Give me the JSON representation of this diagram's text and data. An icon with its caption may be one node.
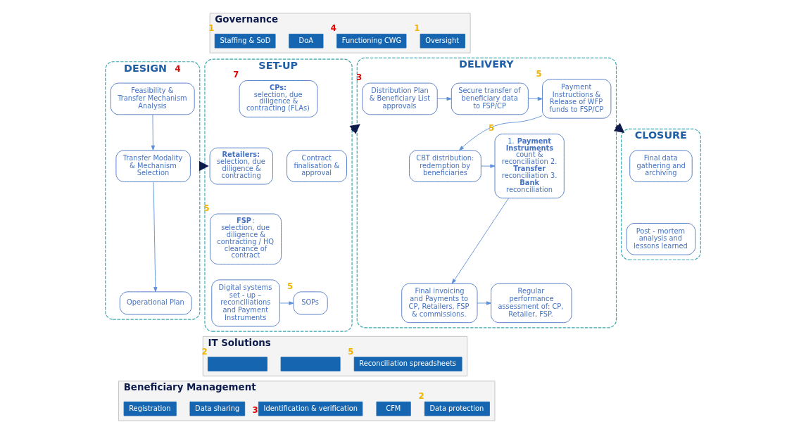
{
  "diagram": {
    "nodes": [
      {
        "text": [
          "Governance"
        ]
      },
      {
        "text": [
          "Staffing & SoD"
        ],
        "in": 0,
        "beside": [
          "1"
        ]
      },
      {
        "text": [
          "DoA"
        ],
        "in": 0
      },
      {
        "text": [
          "Functioning CWG"
        ],
        "in": 0,
        "beside": [
          "4"
        ]
      },
      {
        "text": [
          "Oversight"
        ],
        "in": 0,
        "beside": [
          "1"
        ]
      },
      {
        "text": [
          "DESIGN"
        ],
        "beside": [
          "4"
        ]
      },
      {
        "text": [
          "Feasibility & Transfer Mechanism Analysis"
        ],
        "in": 5
      },
      {
        "text": [
          "Transfer Modality & Mechanism Selection"
        ],
        "in": 5
      },
      {
        "text": [
          "Operational Plan"
        ],
        "in": 5
      },
      {
        "text": [
          "SET-UP"
        ]
      },
      {
        "text": [
          "**CPs:** selection, due diligence & contracting (FLAs)"
        ],
        "in": 9,
        "beside": [
          "7"
        ]
      },
      {
        "text": [
          "**Retailers:** selection, due diligence & contracting"
        ],
        "in": 9
      },
      {
        "text": [
          "**FSP**: selection, due diligence & contracting / HQ clearance of contract"
        ],
        "in": 9,
        "beside": [
          "5"
        ]
      },
      {
        "text": [
          "Contract finalisation & approval"
        ],
        "in": 9
      },
      {
        "text": [
          "Digital systems set - up – reconciliations and Payment Instruments"
        ],
        "in": 9
      },
      {
        "text": [
          "SOPs"
        ],
        "in": 9,
        "beside": [
          "5"
        ]
      },
      {
        "text": [
          "DELIVERY"
        ]
      },
      {
        "text": [
          "Distribution Plan & Beneficiary List approvals"
        ],
        "in": 16,
        "beside": [
          "3"
        ]
      },
      {
        "text": [
          "Secure transfer of beneficiary data to FSP/CP"
        ],
        "in": 16
      },
      {
        "text": [
          "Payment Instructions & Release of WFP funds to FSP/CP"
        ],
        "in": 16,
        "beside": [
          "5"
        ]
      },
      {
        "text": [
          "1. **Payment Instruments** count & reconciliation 2. **Transfer** reconciliation 3. **Bank** reconciliation"
        ],
        "in": 16,
        "beside": [
          "5"
        ]
      },
      {
        "text": [
          "CBT distribution: redemption by beneficiaries"
        ],
        "in": 16
      },
      {
        "text": [
          "Final invoicing and Payments to CP, Retailers, FSP & commissions."
        ],
        "in": 16
      },
      {
        "text": [
          "Regular performance assessment of: CP, Retailer, FSP."
        ],
        "in": 16
      },
      {
        "text": [
          "CLOSURE"
        ]
      },
      {
        "text": [
          "Final data gathering and archiving"
        ],
        "in": 24
      },
      {
        "text": [
          "Post - mortem analysis and lessons learned"
        ],
        "in": 24
      },
      {
        "text": [
          "IT Solutions"
        ]
      },
      {
        "text": [],
        "shape": "box",
        "in": 27,
        "beside": [
          "2"
        ]
      },
      {
        "text": [],
        "shape": "box",
        "in": 27
      },
      {
        "text": [
          "Reconciliation spreadsheets"
        ],
        "in": 27,
        "beside": [
          "5"
        ]
      },
      {
        "text": [
          "Beneficiary Management"
        ]
      },
      {
        "text": [
          "Registration"
        ],
        "in": 31
      },
      {
        "text": [
          "Data sharing"
        ],
        "in": 31
      },
      {
        "text": [
          "Identification & verification"
        ],
        "in": 31,
        "beside": [
          "3"
        ]
      },
      {
        "text": [
          "CFM"
        ],
        "in": 31
      },
      {
        "text": [
          "Data protection"
        ],
        "in": 31,
        "beside": [
          "2"
        ]
      }
    ],
    "edges": [
      {
        "from": 6,
        "to": 7,
        "arrow": "to"
      },
      {
        "from": 7,
        "to": 8,
        "arrow": "to"
      },
      {
        "from": 14,
        "to": 15,
        "arrow": "to"
      },
      {
        "from": 17,
        "to": 18,
        "arrow": "to"
      },
      {
        "from": 18,
        "to": 19,
        "arrow": "to"
      },
      {
        "from": 19,
        "to": 21,
        "arrow": "to"
      },
      {
        "from": 21,
        "to": 20,
        "arrow": "to"
      },
      {
        "from": 20,
        "to": 22,
        "arrow": "to"
      },
      {
        "from": 22,
        "to": 23,
        "arrow": "to"
      },
      {
        "from": 5,
        "to": 9,
        "arrow": "to",
        "style": "thick",
        "color": "#0d1b4c"
      },
      {
        "from": 9,
        "to": 16,
        "arrow": "to",
        "style": "thick",
        "color": "#0d1b4c"
      },
      {
        "from": 16,
        "to": 24,
        "arrow": "to",
        "style": "thick",
        "color": "#0d1b4c"
      }
    ]
  }
}
